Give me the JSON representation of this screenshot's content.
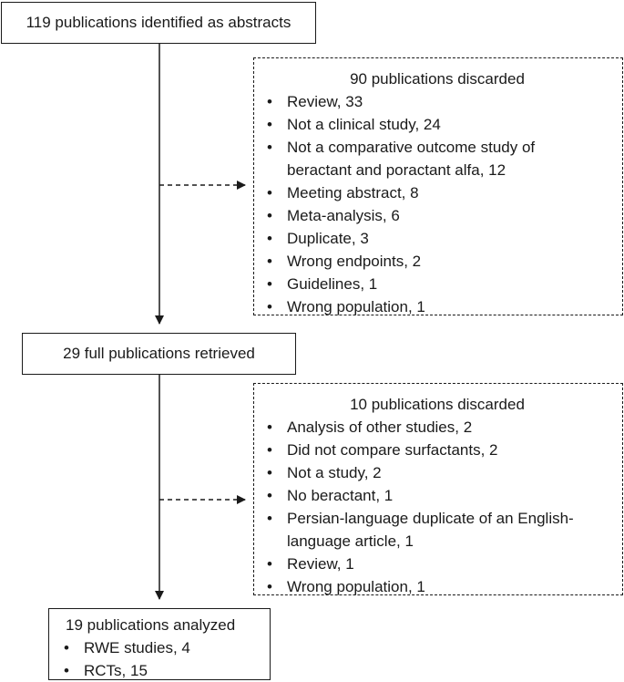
{
  "flowchart": {
    "identified": {
      "title": "119 publications identified as abstracts"
    },
    "discarded_first": {
      "title": "90 publications discarded",
      "items": [
        "Review, 33",
        "Not a clinical study, 24",
        "Not a comparative outcome study of beractant and poractant alfa, 12",
        "Meeting abstract, 8",
        "Meta-analysis, 6",
        "Duplicate, 3",
        "Wrong endpoints, 2",
        "Guidelines, 1",
        "Wrong population, 1"
      ]
    },
    "retrieved": {
      "title": "29 full publications retrieved"
    },
    "discarded_second": {
      "title": "10 publications discarded",
      "items": [
        "Analysis of other studies, 2",
        "Did not compare surfactants, 2",
        "Not a study, 2",
        "No beractant, 1",
        "Persian-language duplicate of an English-language article, 1",
        "Review, 1",
        "Wrong population, 1"
      ]
    },
    "analyzed": {
      "title": "19 publications analyzed",
      "items": [
        "RWE studies, 4",
        "RCTs, 15"
      ]
    }
  }
}
